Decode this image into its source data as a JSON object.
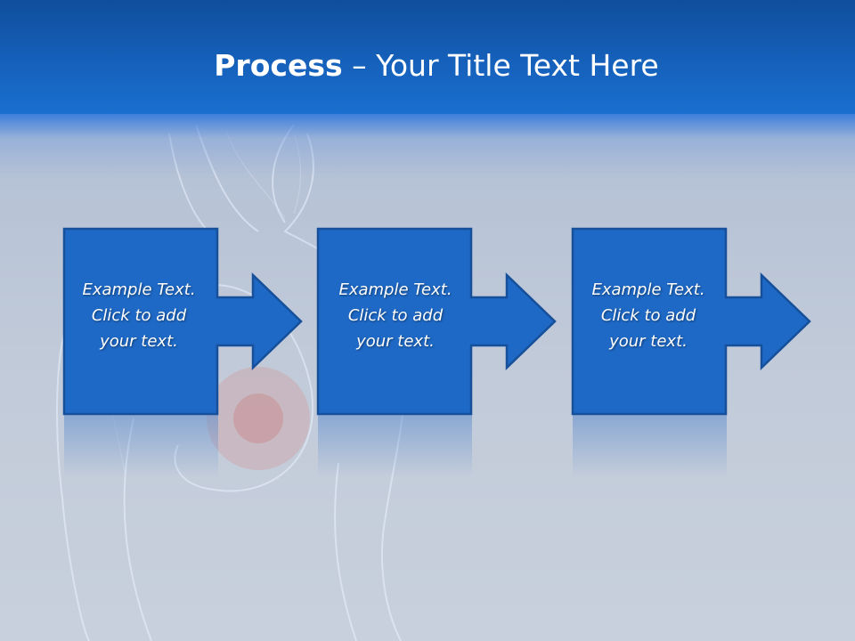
{
  "title": {
    "strong": "Process",
    "rest": " – Your Title Text Here"
  },
  "steps": [
    {
      "lines": [
        "Example Text.",
        "Click  to add",
        "your text."
      ]
    },
    {
      "lines": [
        "Example Text.",
        "Click  to add",
        "your text."
      ]
    },
    {
      "lines": [
        "Example Text.",
        "Click  to add",
        "your text."
      ]
    }
  ],
  "colors": {
    "title_bar": "#155fb8",
    "step_fill": "#1e69c6",
    "step_border": "#164f9a",
    "title_text": "#ffffff"
  }
}
